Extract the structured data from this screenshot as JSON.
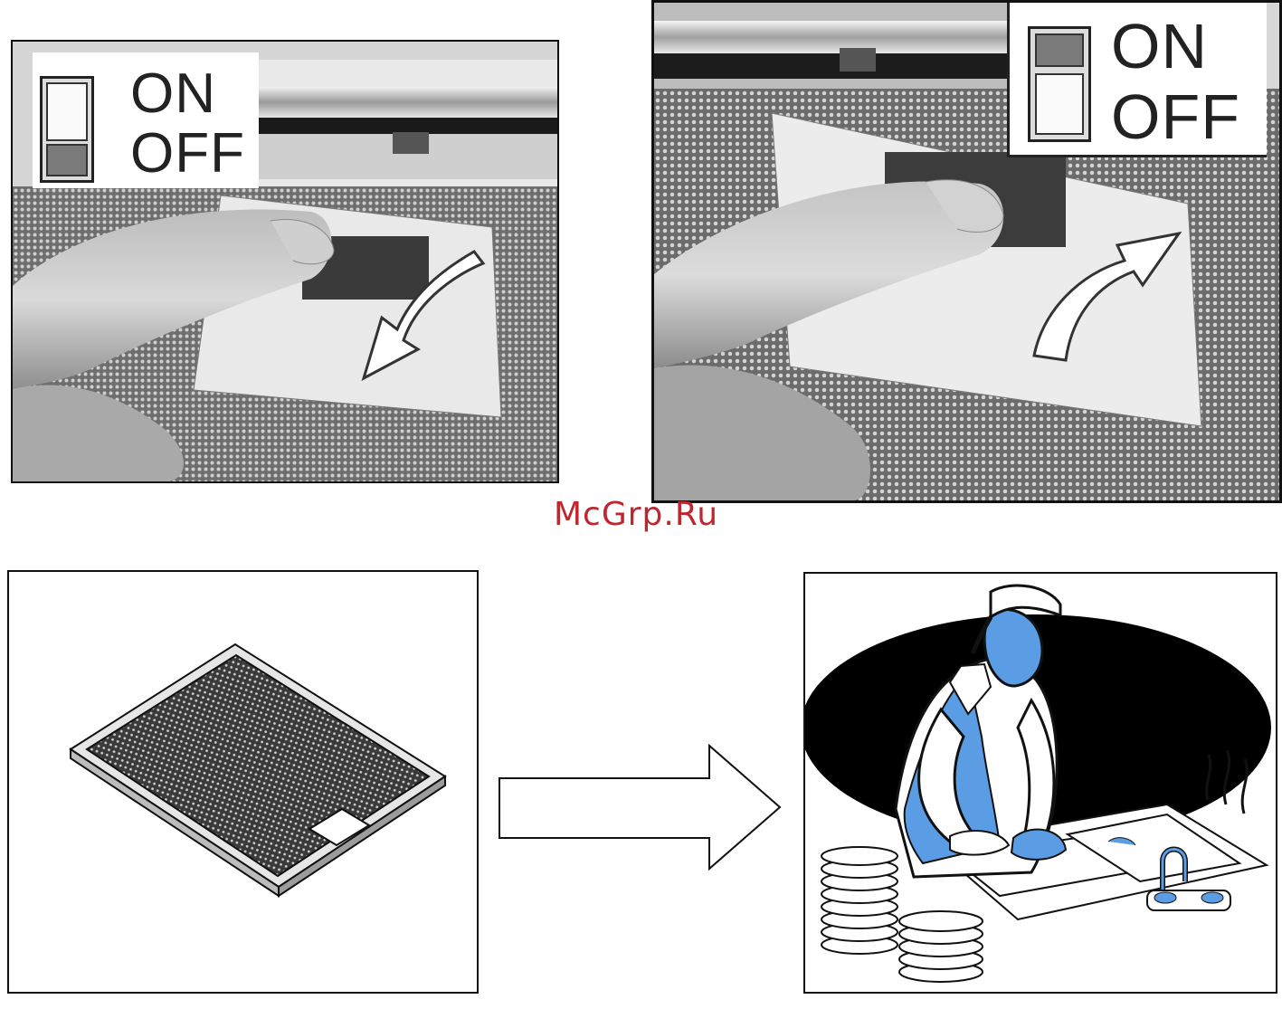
{
  "switch_panel_1": {
    "on_label": "ON",
    "off_label": "OFF",
    "switch_state": "off"
  },
  "switch_panel_2": {
    "on_label": "ON",
    "off_label": "OFF",
    "switch_state": "on"
  },
  "watermark": "McGrp.Ru",
  "colors": {
    "accent_blue": "#5b9de4",
    "watermark_red": "#c0262d",
    "ink": "#111111"
  },
  "icons": [
    "downward-curved-arrow-icon",
    "upward-curved-arrow-icon",
    "right-arrow-icon"
  ]
}
